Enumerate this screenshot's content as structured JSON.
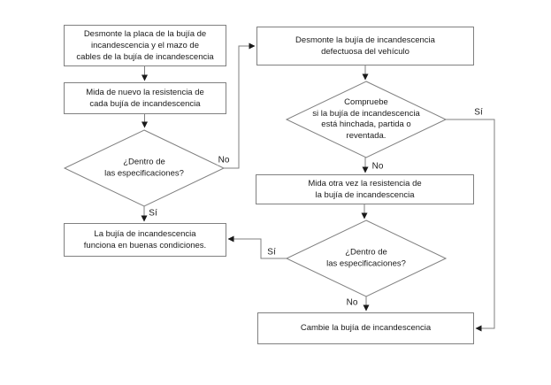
{
  "flowchart": {
    "title_hint": "Glow plug diagnostic flowchart (Spanish)",
    "nodes": {
      "remove_plate": {
        "text": "Desmonte la placa de la bujía de\nincandescencia y el mazo de\ncables de la bujía de incandescencia"
      },
      "measure_each": {
        "text": "Mida de nuevo la resistencia de\ncada bujía de incandescencia"
      },
      "within_specs_1": {
        "text": "¿Dentro de\nlas especificaciones?"
      },
      "good_condition": {
        "text": "La bujía de incandescencia\nfunciona en buenas condiciones."
      },
      "remove_defective": {
        "text": "Desmonte la bujía de incandescencia\ndefectuosa del vehículo"
      },
      "check_damage": {
        "text": "Compruebe\nsi la bujía de incandescencia\nestá hinchada, partida o\nreventada."
      },
      "measure_again": {
        "text": "Mida otra vez la resistencia de\nla bujía de incandescencia"
      },
      "within_specs_2": {
        "text": "¿Dentro de\nlas especificaciones?"
      },
      "replace_plug": {
        "text": "Cambie la bujía de incandescencia"
      }
    },
    "labels": {
      "yes": "Sí",
      "no": "No"
    },
    "colors": {
      "border": "#808080",
      "line": "#7f7f7f",
      "arrow": "#1a1a1a",
      "text": "#1a1a1a",
      "background": "#ffffff"
    }
  }
}
